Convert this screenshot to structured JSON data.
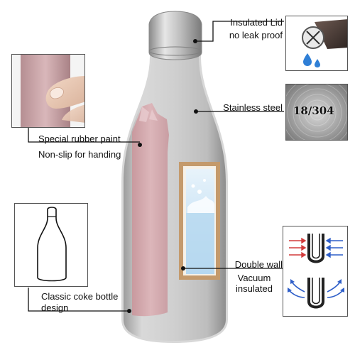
{
  "callouts": {
    "lid": {
      "line1": "Insulated Lid",
      "line2": "no leak proof"
    },
    "steel": {
      "line1": "Stainless steel",
      "badge": "18/304"
    },
    "paint": {
      "line1": "Special rubber paint",
      "line2": "Non-slip for handing"
    },
    "wall": {
      "line1": "Double wall",
      "line2": "Vacuum",
      "line3": "insulated"
    },
    "shape": {
      "line1": "Classic coke bottle",
      "line2": "design"
    }
  },
  "icons": {
    "lid_detail": "lid-no-leak-icon",
    "steel_detail": "brushed-steel-swatch",
    "paint_detail": "finger-on-rubber-paint",
    "shape_detail": "bottle-outline-icon",
    "wall_detail": "double-wall-heat-icon"
  },
  "colors": {
    "steel": "#c9c9c9",
    "rubber_paint": "#d6aeb2",
    "hot_arrows": "#d23a3a",
    "cold_arrows": "#2f5fc9",
    "water": "#b8d9f0",
    "drop": "#2f7fd6"
  }
}
